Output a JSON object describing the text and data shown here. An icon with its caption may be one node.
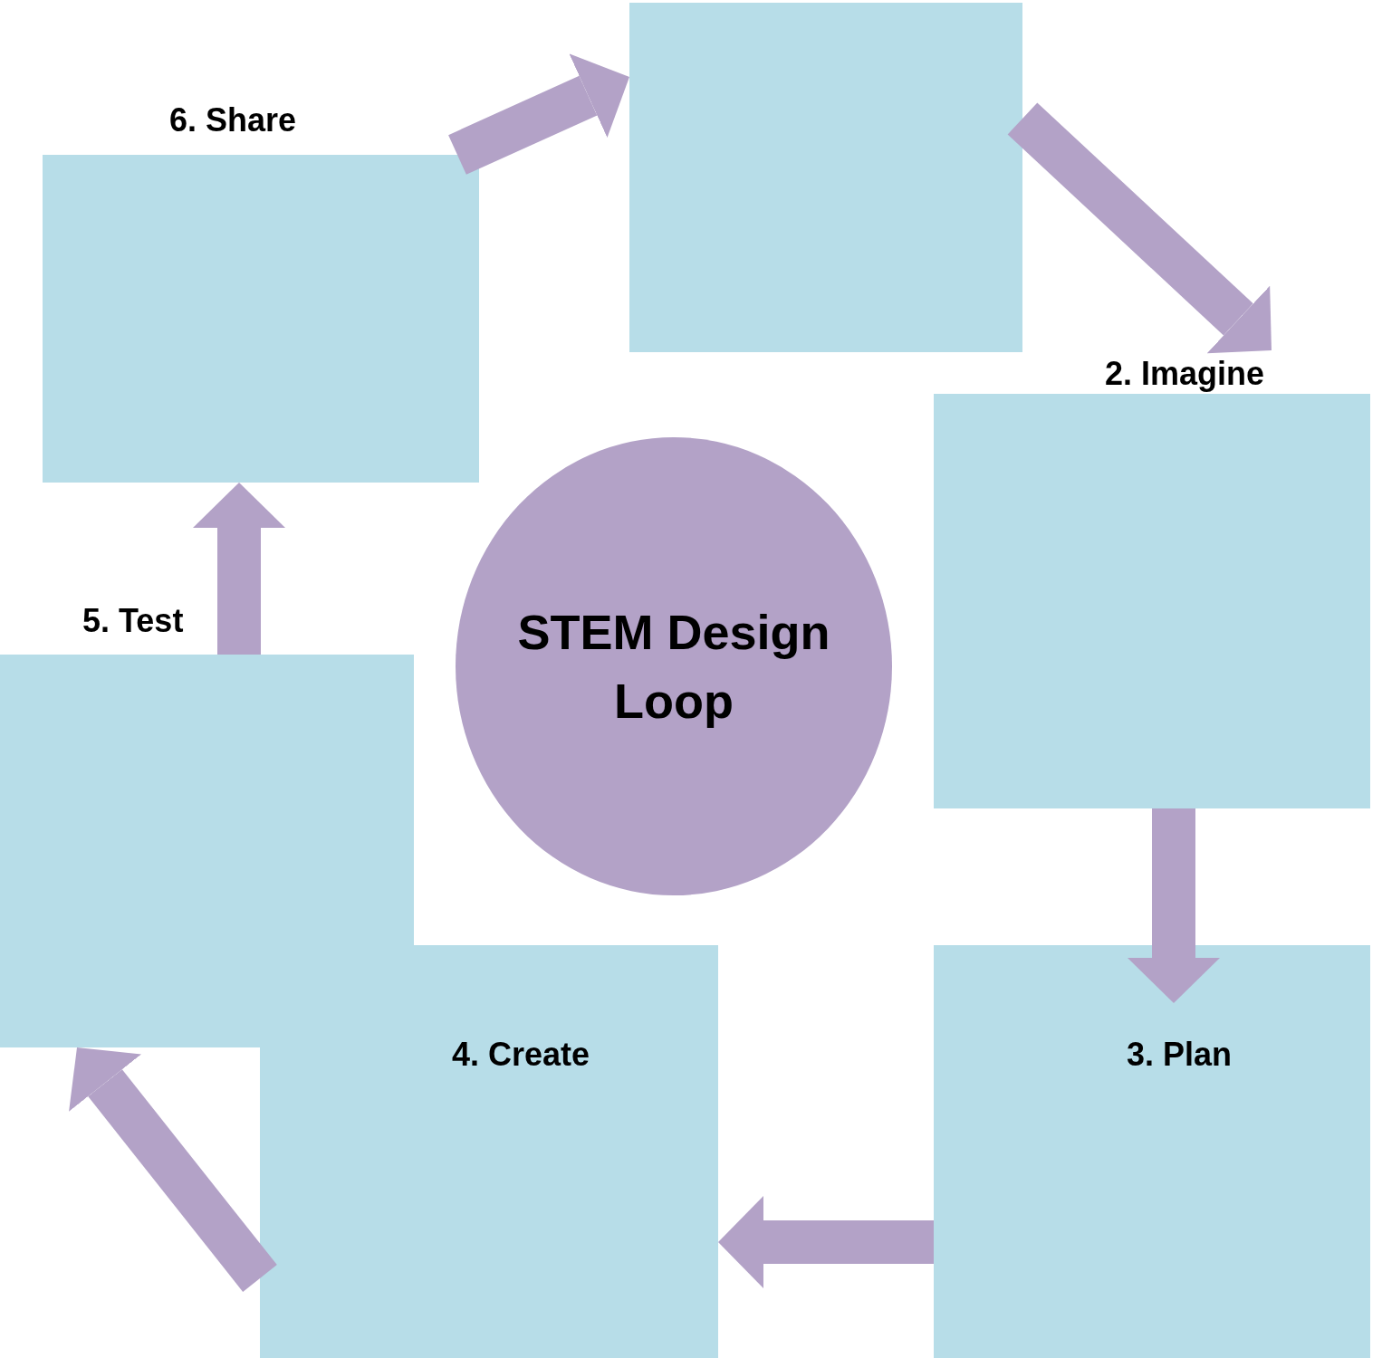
{
  "diagram": {
    "nodes": [
      {
        "text": [],
        "shape": "box"
      },
      {
        "text": [
          "2. Imagine"
        ]
      },
      {
        "text": [
          "3. Plan"
        ]
      },
      {
        "text": [
          "4. Create"
        ]
      },
      {
        "text": [
          "5. Test"
        ]
      },
      {
        "text": [
          "6. Share"
        ]
      },
      {
        "text": [
          "STEM Design Loop"
        ]
      }
    ],
    "edges": [
      {
        "from": 0,
        "to": 1,
        "arrow": "to"
      },
      {
        "from": 1,
        "to": 2,
        "arrow": "to"
      },
      {
        "from": 2,
        "to": 3,
        "arrow": "to"
      },
      {
        "from": 3,
        "to": 4,
        "arrow": "to"
      },
      {
        "from": 4,
        "to": 5,
        "arrow": "to"
      },
      {
        "from": 5,
        "to": 0,
        "arrow": "to"
      }
    ]
  }
}
